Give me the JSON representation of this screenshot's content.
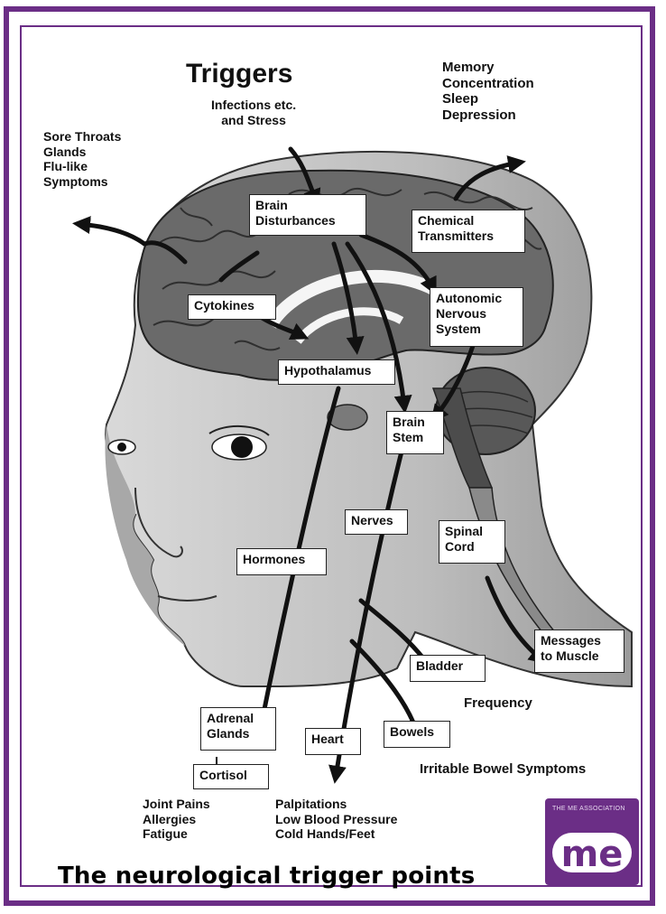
{
  "title": "Triggers",
  "triggers_sub": "Infections etc.\nand Stress",
  "caption": "The neurological trigger points",
  "labels": {
    "memory": "Memory\nConcentration\nSleep\nDepression",
    "sore_throats": "Sore Throats\nGlands\nFlu-like\nSymptoms",
    "frequency": "Frequency",
    "irritable_bowel": "Irritable Bowel Symptoms",
    "joint_pains": "Joint Pains\nAllergies\nFatigue",
    "palpitations": "Palpitations\nLow Blood Pressure\nCold Hands/Feet"
  },
  "boxes": {
    "brain_disturbances": "Brain\nDisturbances",
    "chemical_transmitters": "Chemical\nTransmitters",
    "cytokines": "Cytokines",
    "autonomic": "Autonomic\nNervous\nSystem",
    "hypothalamus": "Hypothalamus",
    "brain_stem": "Brain\nStem",
    "nerves": "Nerves",
    "spinal_cord": "Spinal\nCord",
    "hormones": "Hormones",
    "messages": "Messages\nto Muscle",
    "bladder": "Bladder",
    "adrenal": "Adrenal\nGlands",
    "heart": "Heart",
    "bowels": "Bowels",
    "cortisol": "Cortisol"
  },
  "logo": {
    "small_text": "THE ME ASSOCIATION",
    "big_text": "me",
    "color": "#6b2e86"
  }
}
